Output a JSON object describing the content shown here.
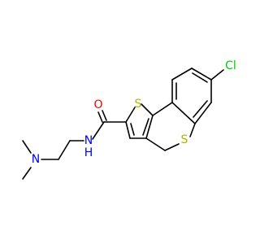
{
  "diagram": {
    "type": "chemical-structure",
    "atom_labels": {
      "O": "O",
      "NH": "N",
      "H": "H",
      "N": "N",
      "S_thiophene": "S",
      "S_ring": "S",
      "Cl": "Cl"
    },
    "colors": {
      "bond": "#000000",
      "O": "#ff0000",
      "N": "#0000ff",
      "S": "#b2b200",
      "Cl": "#00cc00"
    }
  }
}
